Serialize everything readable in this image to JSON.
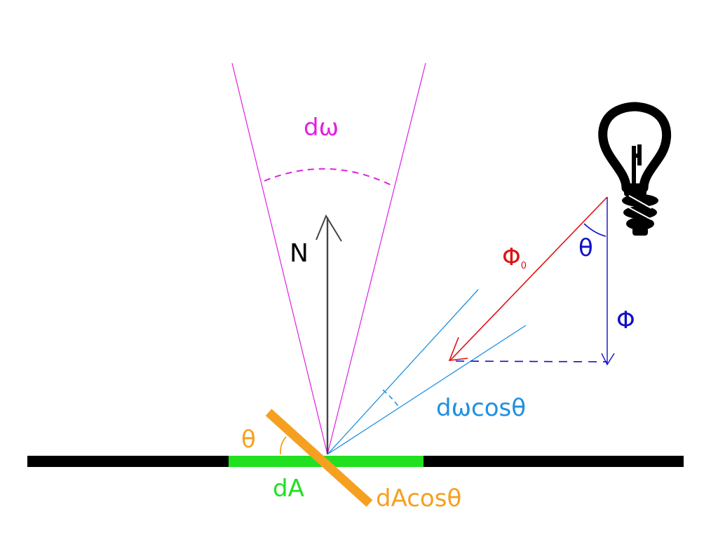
{
  "labels": {
    "solid_angle": "dω",
    "normal": "N",
    "flux_incident": "Φ",
    "flux_incident_subscript": "0",
    "angle_light": "θ",
    "flux": "Φ",
    "projected_solid_angle": "dωcosθ",
    "angle_surface": "θ",
    "area": "dA",
    "projected_area": "dAcosθ"
  },
  "colors": {
    "solid_angle": "#e020e0",
    "normal": "#444444",
    "incident": "#e01010",
    "light_geometry": "#1010c8",
    "projected_cone": "#1e90e0",
    "surface_line": "#000000",
    "area": "#20e020",
    "projected_area": "#f5a020"
  },
  "icons": {
    "light": "light-bulb-icon"
  }
}
